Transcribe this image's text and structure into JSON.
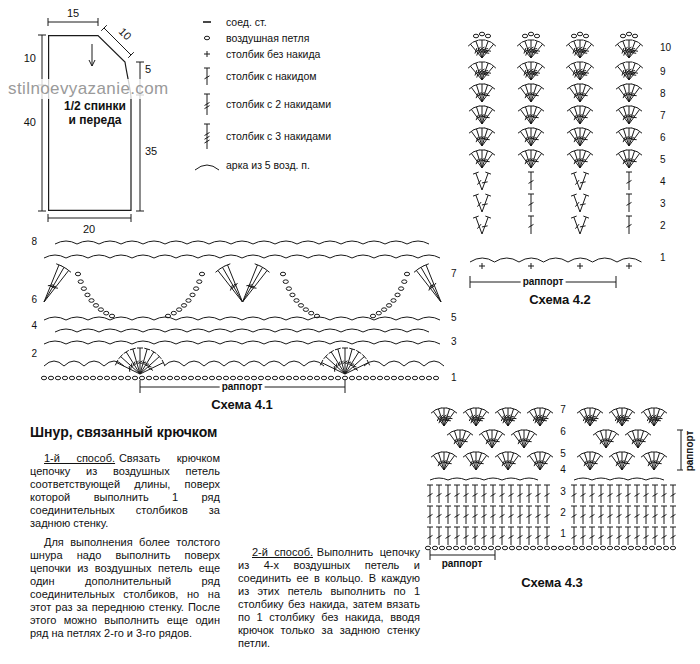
{
  "diagram": {
    "nodes": [
      {
        "text": [
          "1/2 спинки и переда"
        ]
      }
    ],
    "labels": [
      "stilnoevyazanie.com",
      "15",
      "10",
      "10",
      "5",
      "40",
      "35",
      "20",
      "8",
      "7",
      "6",
      "5",
      "4",
      "3",
      "2",
      "1",
      "раппорт",
      "Схема 4.1",
      "10",
      "9",
      "8",
      "7",
      "6",
      "5",
      "4",
      "3",
      "2",
      "1",
      "раппорт",
      "Схема 4.2",
      "7",
      "6",
      "5",
      "4",
      "3",
      "2",
      "1",
      "раппорт",
      "раппорт",
      "Схема 4.3",
      "Шнур, связанный крючком",
      "1-й способ.",
      "Связать крючком цепочку из воздушных петель соответствующей длины, поверх которой выполнить 1 ряд соединительных столбиков за заднюю стенку.",
      "Для выполнения более толстого шнура надо выполнить поверх цепочки из воздушных петель еще один дополнительный ряд соединительных столбиков, но на этот раз за переднюю стенку. После этого можно выполнить еще один ряд на петлях 2-го и 3-го рядов.",
      "2-й способ.",
      "Выполнить цепочку из 4-х воздушных петель и соединить ее в кольцо. В каждую из этих петель выполнить по 1 столбику без накида, затем вязать по 1 столбику без накида, вводя крючок только за заднюю стенку петли."
    ],
    "legend": [
      {
        "text": "соед. ст."
      },
      {
        "text": "воздушная петля"
      },
      {
        "text": "столбик без накида"
      },
      {
        "text": "столбик с накидом"
      },
      {
        "text": "столбик с 2 накидами"
      },
      {
        "text": "столбик с 3 накидами"
      },
      {
        "text": "арка из 5 возд. п."
      }
    ]
  }
}
